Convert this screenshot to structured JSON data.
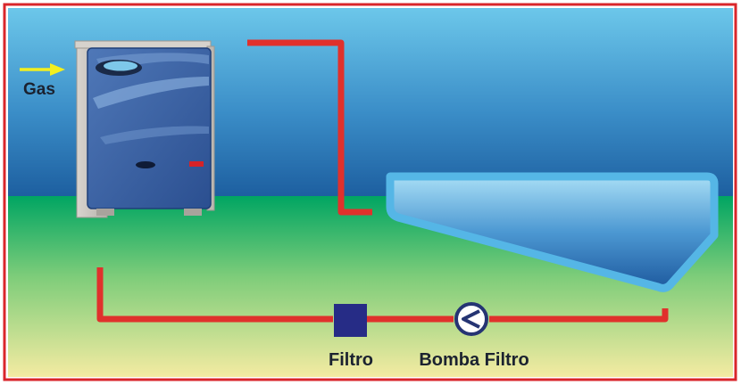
{
  "labels": {
    "gas": "Gas",
    "filter": "Filtro",
    "pump": "Bomba Filtro"
  },
  "heater_badge": "",
  "colors": {
    "frame": "#d9262b",
    "pipe": "#e0312c",
    "sky_top": "#6cc7ea",
    "sky_bottom": "#1d5fa0",
    "ground_top": "#00a562",
    "ground_bottom": "#f4eba2",
    "pool_border": "#55b6e6",
    "heater_panel": "#3a62a5",
    "heater_casing": "#c9c5bf",
    "filter": "#262c86",
    "pump": "#253473",
    "arrow": "#f3ef1e"
  },
  "icons": {
    "heater": "pool-heater-icon",
    "filter": "filter-icon",
    "pump": "pump-icon",
    "gas_arrow": "arrow-right-icon"
  }
}
